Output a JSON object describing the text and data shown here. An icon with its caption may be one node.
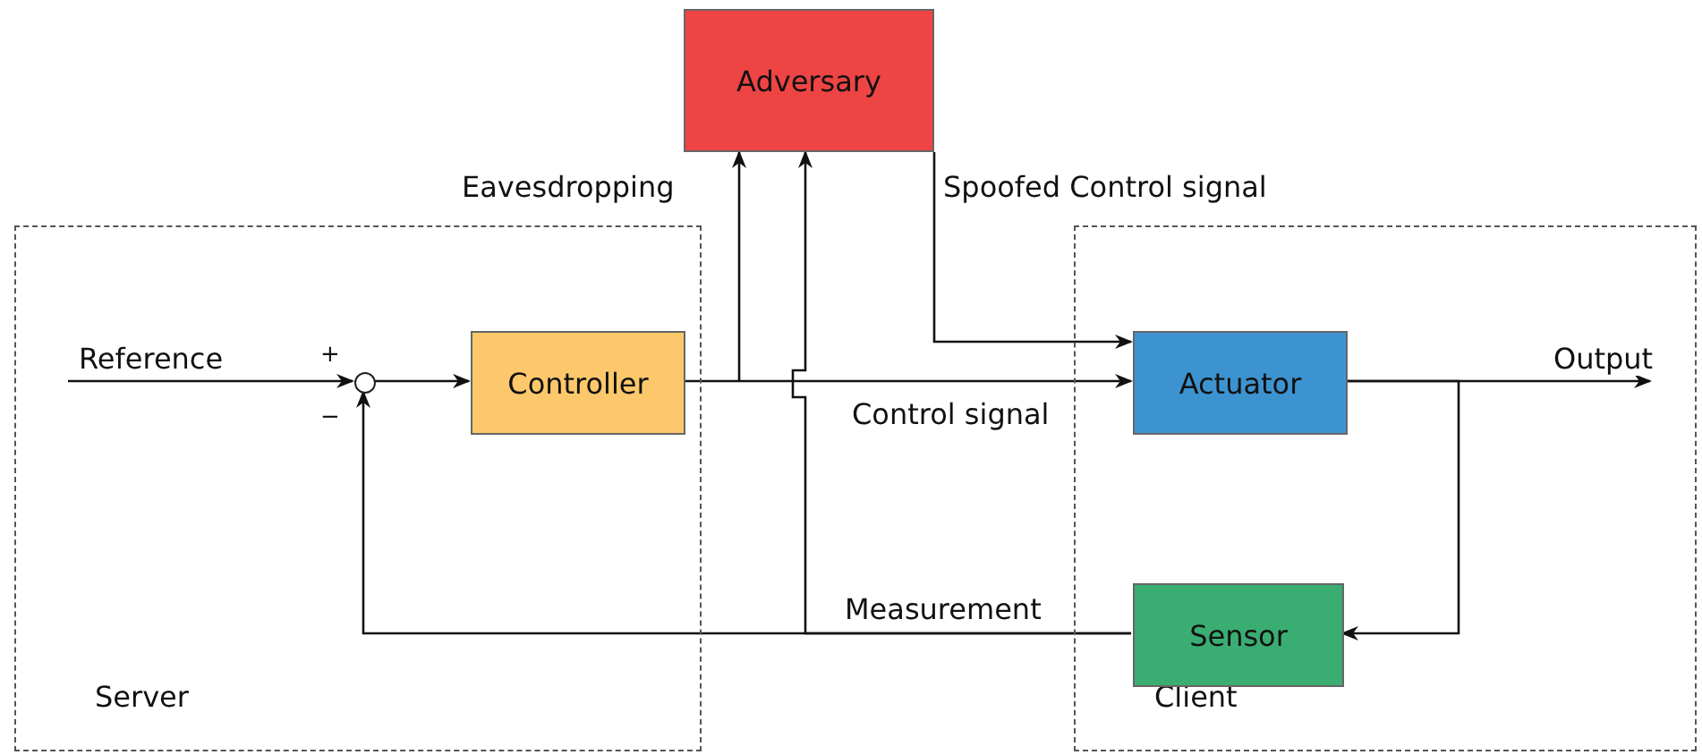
{
  "diagram": {
    "nodes": [
      {
        "text": [
          "Server"
        ]
      },
      {
        "text": [
          "Client"
        ]
      },
      {
        "text": [
          "Adversary"
        ]
      },
      {
        "text": [],
        "shape": "circle",
        "in": 0
      },
      {
        "text": [
          "Controller"
        ],
        "in": 0
      },
      {
        "text": [
          "Actuator"
        ],
        "in": 1
      },
      {
        "text": [
          "Sensor"
        ],
        "in": 1
      }
    ],
    "edges": [
      {
        "from": null,
        "to": 3,
        "arrow": "to",
        "label": "Reference"
      },
      {
        "from": 3,
        "to": 4,
        "arrow": "to"
      },
      {
        "from": 4,
        "to": 5,
        "arrow": "to",
        "label": "Control signal"
      },
      {
        "from": 4,
        "to": 2,
        "arrow": "to",
        "label": "Eavesdropping"
      },
      {
        "from": 6,
        "to": 3,
        "arrow": "to",
        "label": "Measurement"
      },
      {
        "from": 6,
        "to": 2,
        "arrow": "to"
      },
      {
        "from": 2,
        "to": 5,
        "arrow": "to",
        "label": "Spoofed Control signal"
      },
      {
        "from": 5,
        "to": null,
        "arrow": "to",
        "label": "Output"
      },
      {
        "from": 5,
        "to": 6,
        "arrow": "to"
      }
    ],
    "labels": [
      "+",
      "−"
    ]
  }
}
